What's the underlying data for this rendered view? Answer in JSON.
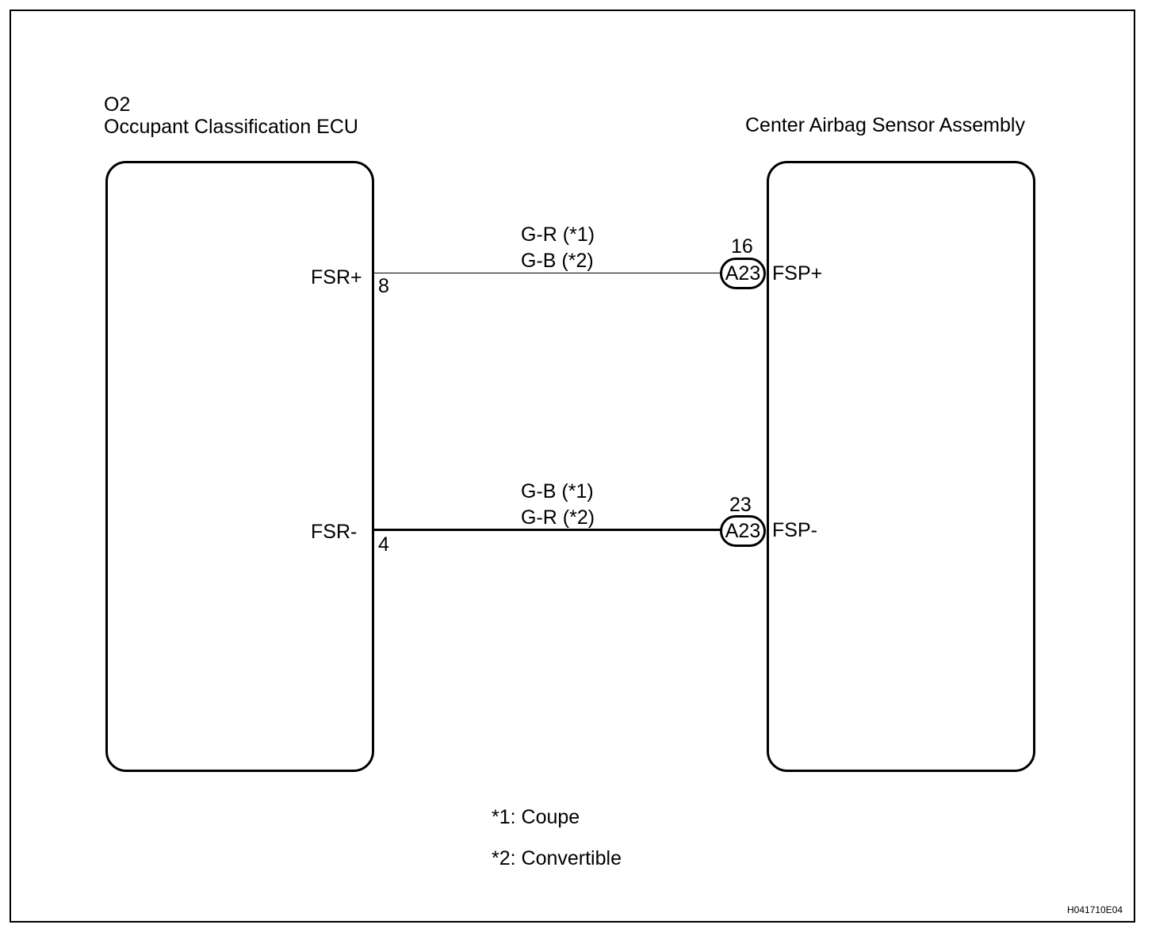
{
  "ecu": {
    "code": "O2",
    "name": "Occupant Classification ECU",
    "pins": [
      {
        "terminal": "FSR+",
        "pin": "8"
      },
      {
        "terminal": "FSR-",
        "pin": "4"
      }
    ]
  },
  "sensor": {
    "name": "Center Airbag Sensor Assembly",
    "pins": [
      {
        "terminal": "FSP+",
        "pin": "16",
        "connector": "A23"
      },
      {
        "terminal": "FSP-",
        "pin": "23",
        "connector": "A23"
      }
    ]
  },
  "wires": [
    {
      "color_1": "G-R (*1)",
      "color_2": "G-B (*2)"
    },
    {
      "color_1": "G-B (*1)",
      "color_2": "G-R (*2)"
    }
  ],
  "notes": [
    "*1: Coupe",
    "*2: Convertible"
  ],
  "figure_code": "H041710E04"
}
